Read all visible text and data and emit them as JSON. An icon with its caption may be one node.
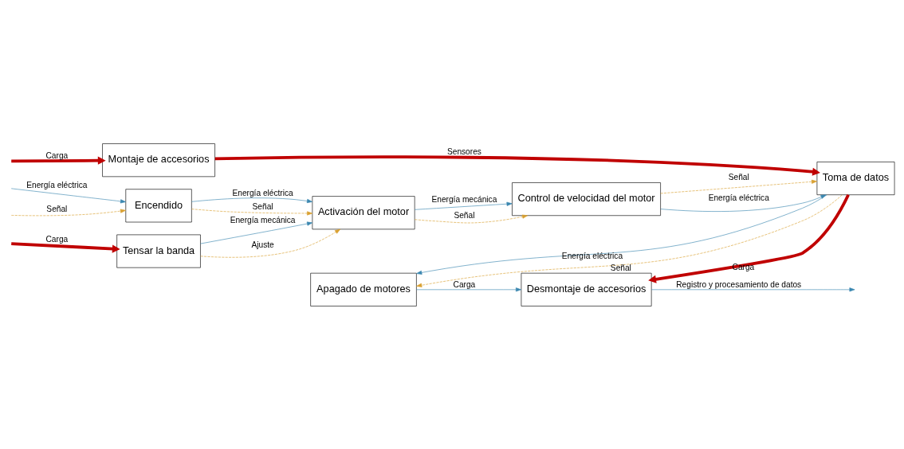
{
  "diagram": {
    "nodes": [
      {
        "text": [
          "Montaje de accesorios"
        ]
      },
      {
        "text": [
          "Encendido"
        ]
      },
      {
        "text": [
          "Activación del motor"
        ]
      },
      {
        "text": [
          "Control de velocidad del motor"
        ]
      },
      {
        "text": [
          "Toma de datos"
        ]
      },
      {
        "text": [
          "Tensar la banda"
        ]
      },
      {
        "text": [
          "Apagado de motores"
        ]
      },
      {
        "text": [
          "Desmontaje de accesorios"
        ]
      }
    ],
    "edges": [
      {
        "from": null,
        "to": 0,
        "arrow": "to",
        "label": "Carga",
        "style": "thick",
        "color": "#c00000"
      },
      {
        "from": 0,
        "to": 4,
        "arrow": "to",
        "label": "Sensores",
        "style": "thick",
        "color": "#c00000"
      },
      {
        "from": null,
        "to": 1,
        "arrow": "to",
        "label": "Energía eléctrica"
      },
      {
        "from": null,
        "to": 1,
        "arrow": "to",
        "label": "Señal",
        "style": "dashed",
        "color": "#d9a030"
      },
      {
        "from": 1,
        "to": 2,
        "arrow": "to",
        "label": "Energía eléctrica"
      },
      {
        "from": 1,
        "to": 2,
        "arrow": "to",
        "label": "Señal",
        "style": "dashed",
        "color": "#d9a030"
      },
      {
        "from": 2,
        "to": 3,
        "arrow": "to",
        "label": "Energía mecánica"
      },
      {
        "from": 2,
        "to": 3,
        "arrow": "to",
        "label": "Señal",
        "style": "dashed",
        "color": "#d9a030"
      },
      {
        "from": 3,
        "to": 4,
        "arrow": "to",
        "label": "Energía eléctrica"
      },
      {
        "from": 3,
        "to": 4,
        "arrow": "to",
        "label": "Señal",
        "style": "dashed",
        "color": "#d9a030"
      },
      {
        "from": null,
        "to": 5,
        "arrow": "to",
        "label": "Carga",
        "style": "thick",
        "color": "#c00000"
      },
      {
        "from": 5,
        "to": 2,
        "arrow": "to",
        "label": "Energía mecánica"
      },
      {
        "from": 5,
        "to": 2,
        "arrow": "to",
        "label": "Ajuste",
        "style": "dashed",
        "color": "#d9a030"
      },
      {
        "from": 4,
        "to": 6,
        "arrow": "to",
        "label": "Señal",
        "style": "dashed",
        "color": "#d9a030"
      },
      {
        "from": 4,
        "to": 6,
        "arrow": "to",
        "label": "Energía eléctrica"
      },
      {
        "from": 4,
        "to": 7,
        "arrow": "to",
        "label": "Carga",
        "style": "thick",
        "color": "#c00000"
      },
      {
        "from": 6,
        "to": 7,
        "arrow": "to",
        "label": "Carga"
      },
      {
        "from": 7,
        "to": null,
        "arrow": "to",
        "label": "Registro y procesamiento de datos"
      }
    ]
  }
}
